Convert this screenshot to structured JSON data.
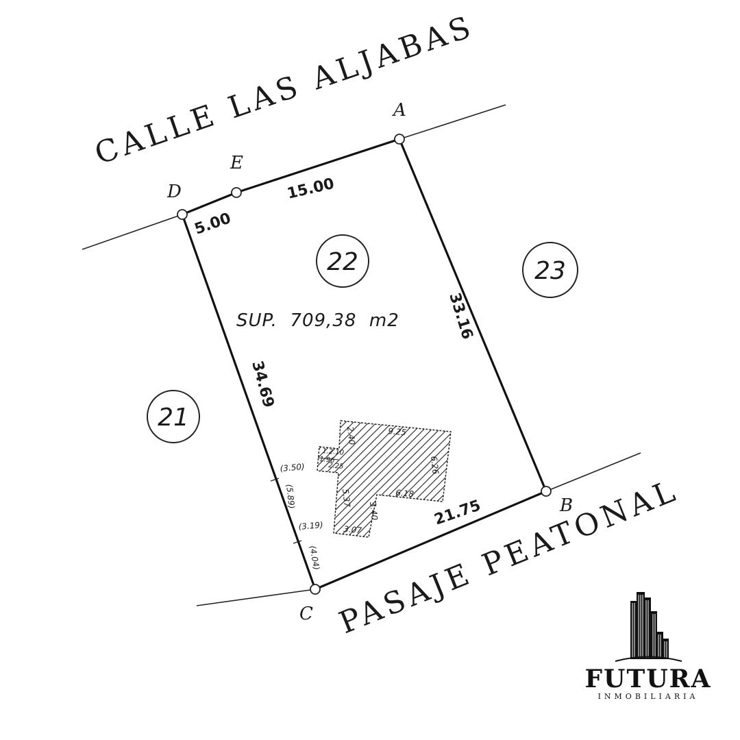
{
  "streets": {
    "north": "CALLE LAS ALJABAS",
    "south": "PASAJE PEATONAL"
  },
  "vertices": {
    "a": "A",
    "b": "B",
    "c": "C",
    "d": "D",
    "e": "E"
  },
  "dimensions": {
    "de": "5.00",
    "ea": "15.00",
    "ab": "33.16",
    "bc": "21.75",
    "cd": "34.69"
  },
  "lots": {
    "main": "22",
    "east": "23",
    "west": "21"
  },
  "area_label": "SUP.  709,38  m2",
  "building": {
    "left_top": "2.40",
    "top": "9.25",
    "right": "6.26",
    "inner_step": "6.18",
    "inner_left": "5.37",
    "lower_right": "3.40",
    "bottom": "3.07",
    "notch_top": "1.2.10",
    "notch_mid": "1.96",
    "notch_low": "2.25"
  },
  "offsets": {
    "o1": "(3.50)",
    "o2": "(5.89)",
    "o3": "(3.19)",
    "o4": "(4.04)"
  },
  "brand": {
    "name": "FUTURA",
    "subtitle": "INMOBILIARIA"
  }
}
